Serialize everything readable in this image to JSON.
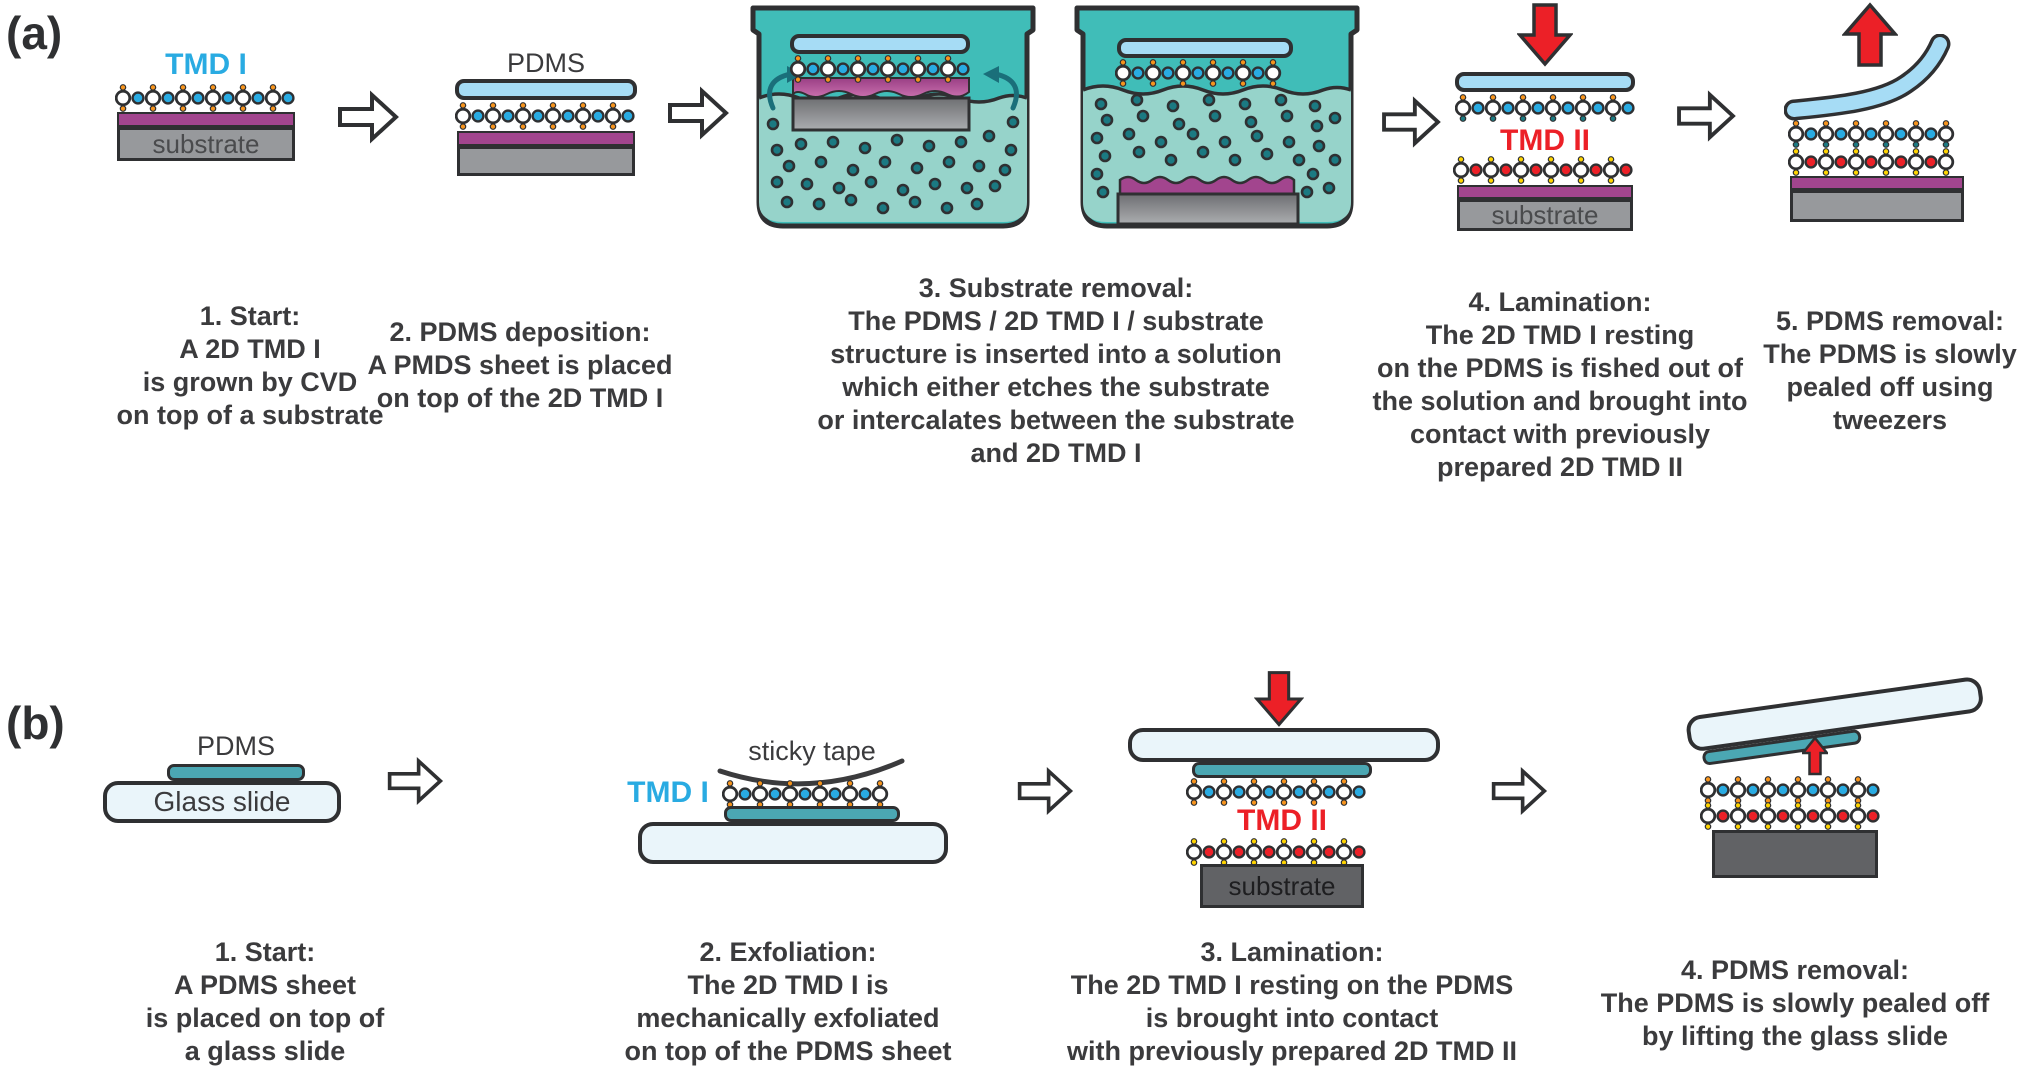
{
  "palette": {
    "tmd1": "#29ABE2",
    "tmd2": "#EC2027",
    "pdms_a": "#A6DCF5",
    "pdms_b": "#4BA7B3",
    "glass": "#EAF5FA",
    "purple": "#A2458E",
    "substrate_a": "#97999C",
    "substrate_b": "#616265",
    "beaker": "#40BDB8",
    "liquid": "#96D3CA",
    "dot": "#1B7A82",
    "orange": "#F7941D",
    "yellow": "#FFD400",
    "ink": "#2F3032",
    "text": "#3B3B3D"
  },
  "lattice_styles": {
    "tmd1": {
      "centers": "#29ABE2",
      "top": "#F7941D",
      "bottom": "#F7941D"
    },
    "tmd1_alt": {
      "centers": "#29ABE2",
      "top": "#F7941D",
      "bottom": "#1B7A82"
    },
    "tmd2": {
      "centers": "#EC2027",
      "top": "#FFD400",
      "bottom": "#FFD400"
    }
  },
  "figure": {
    "panel_a_label": "(a)",
    "panel_b_label": "(b)"
  },
  "panel_a": {
    "step1": {
      "tmd1_label": "TMD I",
      "substrate_label": "substrate",
      "caption": [
        "1. Start:",
        "A 2D TMD I",
        "is grown by CVD",
        "on top of a substrate"
      ]
    },
    "step2": {
      "pdms_label": "PDMS",
      "caption": [
        "2. PDMS deposition:",
        "A PMDS sheet is placed",
        "on top of the 2D TMD I"
      ]
    },
    "step3": {
      "caption": [
        "3. Substrate removal:",
        "The PDMS / 2D TMD I / substrate",
        "structure is inserted into a solution",
        "which either etches the substrate",
        "or intercalates between the substrate",
        "and 2D TMD I"
      ]
    },
    "step4": {
      "tmd2_label": "TMD II",
      "substrate_label": "substrate",
      "caption": [
        "4. Lamination:",
        "The 2D TMD I resting",
        "on the PDMS is fished out of",
        "the solution and brought into",
        "contact with previously",
        "prepared 2D TMD II"
      ]
    },
    "step5": {
      "caption": [
        "5. PDMS removal:",
        "The PDMS is slowly",
        "pealed off using",
        "tweezers"
      ]
    }
  },
  "panel_b": {
    "step1": {
      "pdms_label": "PDMS",
      "glass_label": "Glass slide",
      "caption": [
        "1. Start:",
        "A PDMS sheet",
        "is placed on top of",
        "a glass slide"
      ]
    },
    "step2": {
      "tape_label": "sticky tape",
      "tmd1_label": "TMD I",
      "caption": [
        "2. Exfoliation:",
        "The 2D TMD I is",
        "mechanically exfoliated",
        "on top of the PDMS sheet"
      ]
    },
    "step3": {
      "tmd2_label": "TMD II",
      "substrate_label": "substrate",
      "caption": [
        "3. Lamination:",
        "The 2D TMD I resting on the PDMS",
        "is brought into contact",
        "with previously prepared 2D TMD II"
      ]
    },
    "step4": {
      "caption": [
        "4. PDMS removal:",
        "The PDMS is slowly pealed off",
        "by lifting the glass slide"
      ]
    }
  }
}
